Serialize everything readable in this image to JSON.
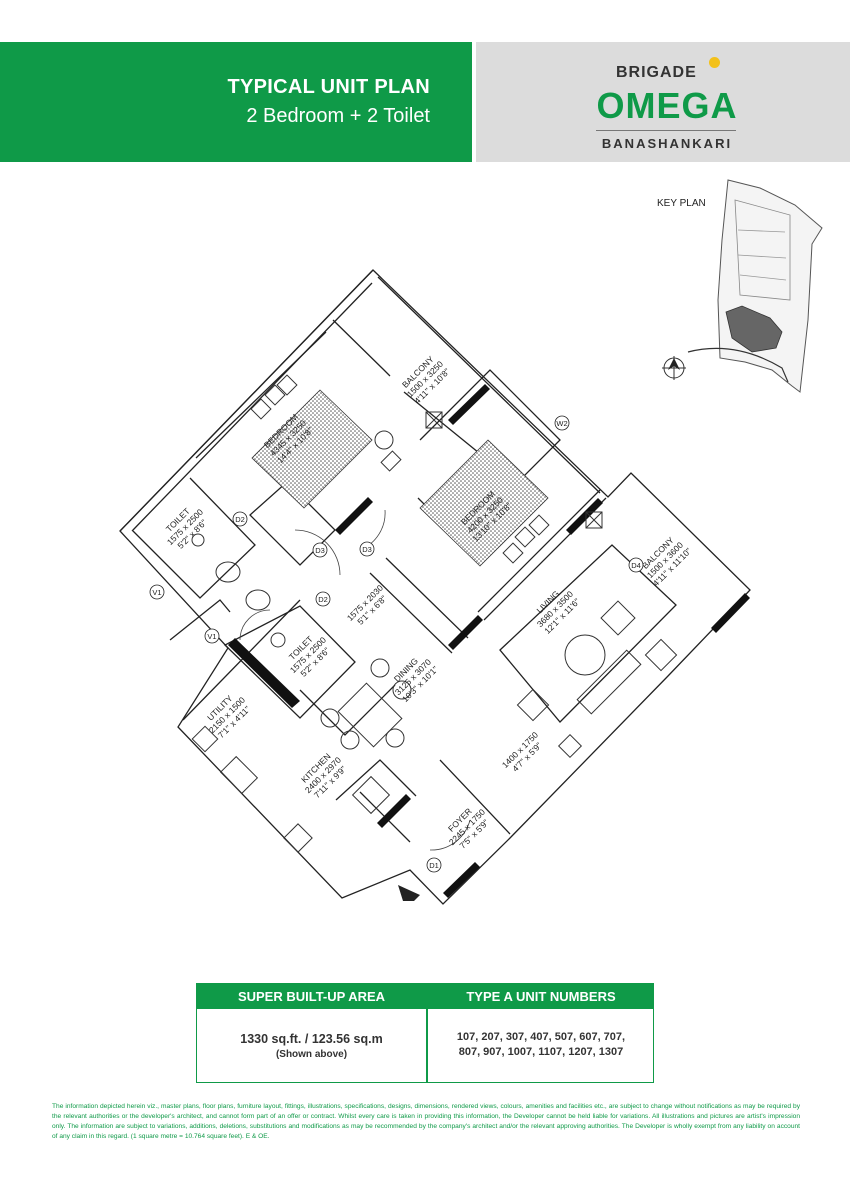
{
  "header": {
    "title": "TYPICAL UNIT PLAN",
    "subtitle": "2 Bedroom + 2 Toilet",
    "colors": {
      "green": "#0f9a48",
      "grey": "#dcdcdc",
      "accent_dot": "#f3c11a"
    }
  },
  "logo": {
    "brand": "BRIGADE",
    "name": "OMEGA",
    "location": "BANASHANKARI"
  },
  "key_plan": {
    "label": "KEY  PLAN"
  },
  "rooms": [
    {
      "name": "BEDROOM",
      "size_mm": "4345 x 3250",
      "size_ft": "14'4\" x 10'8\""
    },
    {
      "name": "BALCONY",
      "size_mm": "1500 x 3250",
      "size_ft": "4'11\" x 10'8\""
    },
    {
      "name": "BEDROOM",
      "size_mm": "4200 x 3250",
      "size_ft": "13'10\" x 10'8\""
    },
    {
      "name": "BALCONY",
      "size_mm": "1500 x 3600",
      "size_ft": "4'11\" x 11'10\""
    },
    {
      "name": "TOILET",
      "size_mm": "1575 x 2500",
      "size_ft": "5'2\" x 8'6\""
    },
    {
      "name": "TOILET",
      "size_mm": "1575 x 2500",
      "size_ft": "5'2\" x 8'6\""
    },
    {
      "name": "",
      "size_mm": "1575 x 2030",
      "size_ft": "5'1\" x 6'8\""
    },
    {
      "name": "LIVING",
      "size_mm": "3680 x 3500",
      "size_ft": "12'1\" x 11'6\""
    },
    {
      "name": "DINING",
      "size_mm": "3125 x 3070",
      "size_ft": "10'3\" x 10'1\""
    },
    {
      "name": "UTILITY",
      "size_mm": "2150 x 1500",
      "size_ft": "7'1\" x 4'11\""
    },
    {
      "name": "KITCHEN",
      "size_mm": "2400 x 2970",
      "size_ft": "7'11\" x 9'9\""
    },
    {
      "name": "",
      "size_mm": "1400 x 1750",
      "size_ft": "4'7\" x 5'9\""
    },
    {
      "name": "FOYER",
      "size_mm": "2245 x 1750",
      "size_ft": "7'5\" x 5'9\""
    }
  ],
  "tags": {
    "w2": "W2",
    "d2a": "D2",
    "d2b": "D2",
    "d3a": "D3",
    "d3b": "D3",
    "d4": "D4",
    "v1a": "V1",
    "v1b": "V1",
    "d1": "D1"
  },
  "table": {
    "col1_header": "SUPER BUILT-UP AREA",
    "col2_header": "TYPE A UNIT NUMBERS",
    "area_value": "1330 sq.ft. / 123.56 sq.m",
    "area_note": "(Shown above)",
    "units_line1": "107, 207, 307, 407, 507, 607, 707,",
    "units_line2": "807, 907, 1007, 1107, 1207, 1307"
  },
  "disclaimer": "The information depicted herein viz., master plans, floor plans, furniture layout, fittings, illustrations, specifications, designs, dimensions, rendered views, colours, amenities and facilities etc., are subject to change without notifications as may be required by the relevant authorities or the developer's architect, and cannot form part of an offer or contract. Whilst every care is taken in providing this information, the Developer cannot be held liable for variations. All illustrations and pictures are artist's impression only. The information are subject to variations, additions, deletions, substitutions and modifications as may be recommended by the company's architect and/or the relevant approving authorities. The Developer is wholly exempt from any liability on account of any claim in this regard. (1 square metre = 10.764 square feet). E & OE."
}
